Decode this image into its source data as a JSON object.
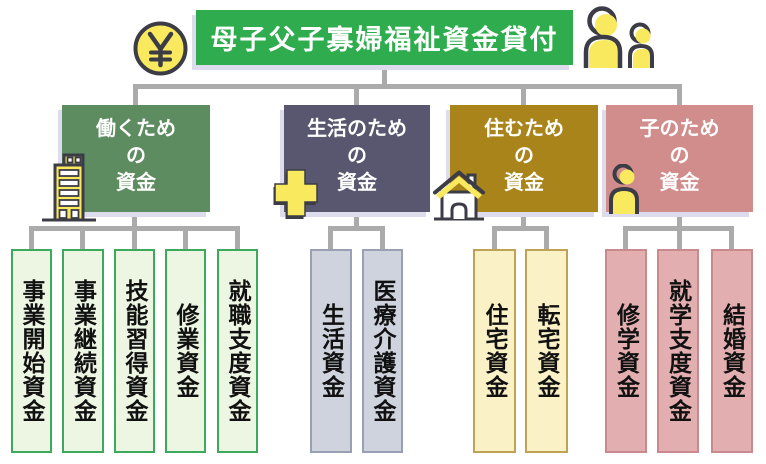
{
  "title": "母子父子寡婦福祉資金貸付",
  "palette": {
    "title_bg": "#2FAC4E",
    "connector": "#ABABAB",
    "icon_yellow": "#F8E95F",
    "icon_outline": "#3C3C46",
    "shadow": "#DCDCEC"
  },
  "icons": [
    "yen-coin-icon",
    "parent-child-icon",
    "building-icon",
    "medical-cross-icon",
    "house-icon",
    "person-icon"
  ],
  "categories": [
    {
      "name": "働くための資金",
      "lines": [
        "働くため",
        "の",
        "資金"
      ],
      "icon": "building-icon",
      "color": "#5E8C61",
      "item_fill": "#EDF5E3",
      "item_border": "#3CA95C",
      "items": [
        "事業開始資金",
        "事業継続資金",
        "技能習得資金",
        "修業資金",
        "就職支度資金"
      ]
    },
    {
      "name": "生活のための資金",
      "lines": [
        "生活のため",
        "の",
        "資金"
      ],
      "icon": "medical-cross-icon",
      "color": "#59566F",
      "item_fill": "#CFD3DE",
      "item_border": "#9AA0B4",
      "items": [
        "生活資金",
        "医療介護資金"
      ]
    },
    {
      "name": "住むための資金",
      "lines": [
        "住むため",
        "の",
        "資金"
      ],
      "icon": "house-icon",
      "color": "#A8841A",
      "item_fill": "#FBF1C6",
      "item_border": "#BFA254",
      "items": [
        "住宅資金",
        "転宅資金"
      ]
    },
    {
      "name": "子のための資金",
      "lines": [
        "子のため",
        "の",
        "資金"
      ],
      "icon": "person-icon",
      "color": "#D18C8C",
      "item_fill": "#E2AEB0",
      "item_border": "#C9898D",
      "items": [
        "修学資金",
        "就学支度資金",
        "結婚資金"
      ]
    }
  ]
}
